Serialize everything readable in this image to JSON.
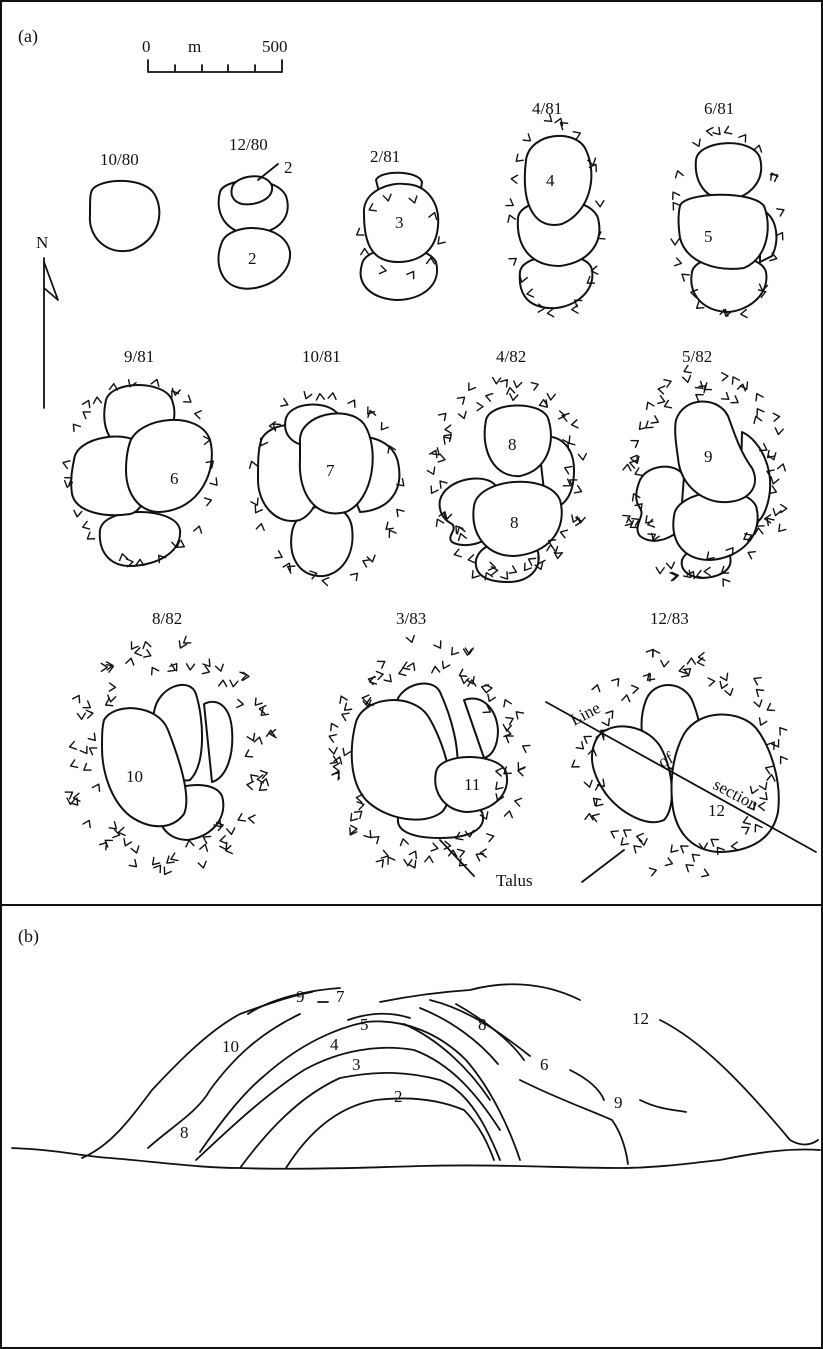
{
  "panel_a": {
    "label": "(a)",
    "scale": {
      "zero": "0",
      "unit": "m",
      "max": "500"
    },
    "north": "N",
    "stages": [
      {
        "date": "10/80",
        "lobe": ""
      },
      {
        "date": "12/80",
        "lobe": "2",
        "lobe_extra": "2"
      },
      {
        "date": "2/81",
        "lobe": "3"
      },
      {
        "date": "4/81",
        "lobe": "4"
      },
      {
        "date": "6/81",
        "lobe": "5"
      },
      {
        "date": "9/81",
        "lobe": "6"
      },
      {
        "date": "10/81",
        "lobe": "7"
      },
      {
        "date": "4/82",
        "lobe": "8",
        "lobe_extra": "8"
      },
      {
        "date": "5/82",
        "lobe": "9"
      },
      {
        "date": "8/82",
        "lobe": "10"
      },
      {
        "date": "3/83",
        "lobe": "11"
      },
      {
        "date": "12/83",
        "lobe": "12"
      }
    ],
    "section_words": [
      "Line",
      "of",
      "section"
    ],
    "talus": "Talus"
  },
  "panel_b": {
    "label": "(b)",
    "layer_labels": [
      "2",
      "3",
      "4",
      "5",
      "6",
      "7",
      "8",
      "8",
      "9",
      "9",
      "10",
      "12"
    ]
  },
  "colors": {
    "ink": "#111111",
    "background": "#ffffff"
  }
}
